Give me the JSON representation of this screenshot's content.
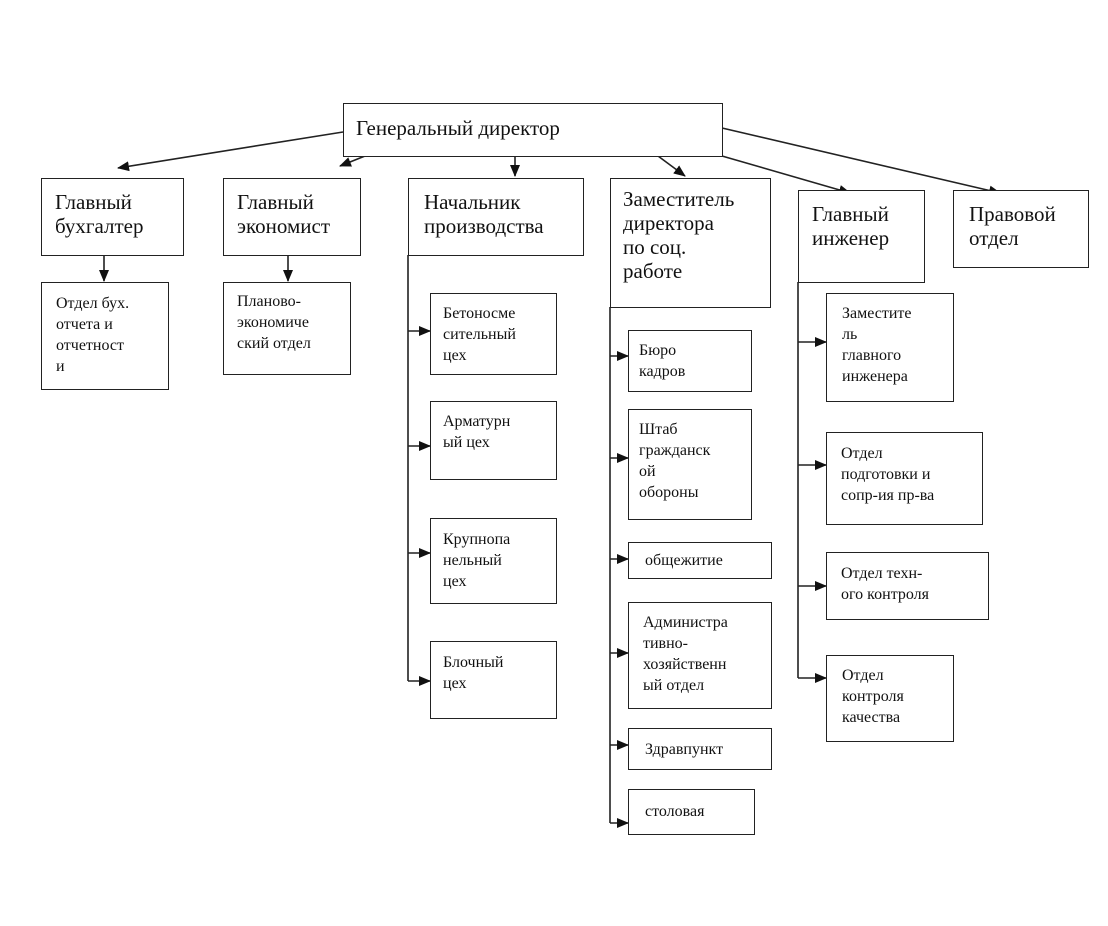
{
  "top": "Генеральный директор",
  "heads": {
    "accountant": "Главный\nбухгалтер",
    "economist": "Главный\nэкономист",
    "production": "Начальник\nпроизводства",
    "deputy_social": "Заместитель\nдиректора\nпо соц.\nработе",
    "engineer": "Главный\nинженер",
    "legal": "Правовой\nотдел"
  },
  "accountant_units": [
    "Отдел бух.\nотчета и\nотчетност\nи"
  ],
  "economist_units": [
    "Планово-\nэкономиче\nский отдел"
  ],
  "production_units": [
    "Бетоносме\nсительный\nцех",
    "Арматурн\nый цех",
    "Крупнопа\nнельный\nцех",
    "Блочный\nцех"
  ],
  "social_units": [
    "Бюро\nкадров",
    "Штаб\nгражданск\nой\nобороны",
    "общежитие",
    "Администра\nтивно-\nхозяйственн\nый отдел",
    "Здравпункт",
    "столовая"
  ],
  "engineer_units": [
    "Заместите\nль\nглавного\nинженера",
    "Отдел\nподготовки и\nсопр-ия пр-ва",
    "Отдел техн-\nого контроля",
    "Отдел\nконтроля\nкачества"
  ]
}
